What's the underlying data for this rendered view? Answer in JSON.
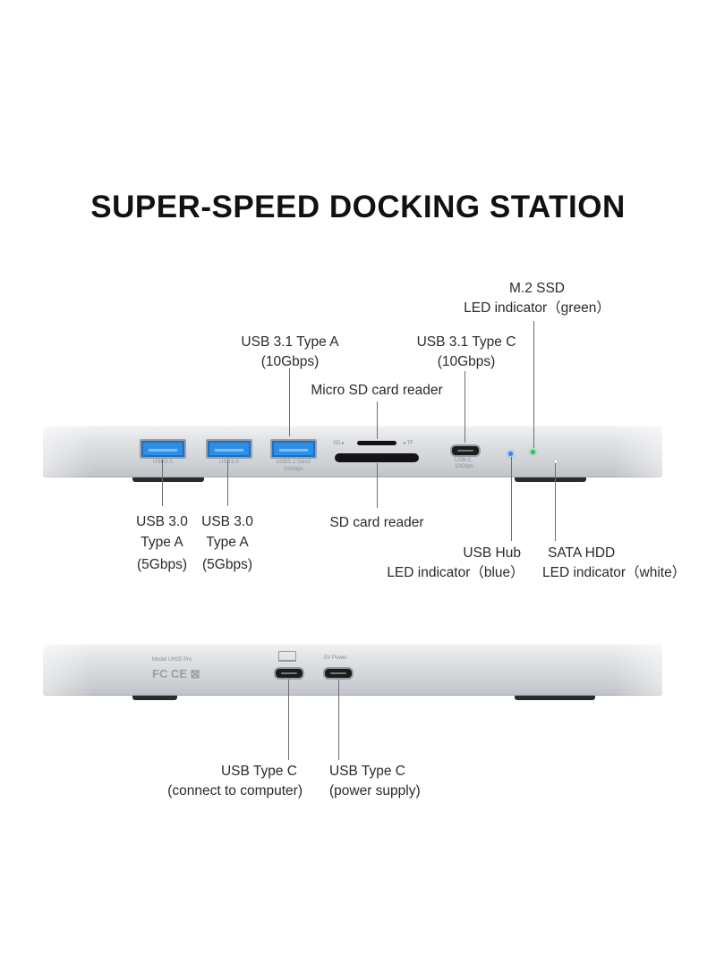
{
  "title": "SUPER-SPEED DOCKING STATION",
  "front": {
    "usb31a": {
      "line1": "USB 3.1 Type A",
      "line2": "(10Gbps)"
    },
    "microsd": {
      "line1": "Micro SD card reader"
    },
    "usb31c": {
      "line1": "USB 3.1 Type C",
      "line2": "(10Gbps)"
    },
    "m2": {
      "line1": "M.2 SSD",
      "line2": "LED indicator（green）"
    },
    "usb30a_1": {
      "line1": "USB 3.0",
      "line2": "Type A",
      "line3": "(5Gbps)"
    },
    "usb30a_2": {
      "line1": "USB 3.0",
      "line2": "Type A",
      "line3": "(5Gbps)"
    },
    "sd": {
      "line1": "SD card reader"
    },
    "hub": {
      "line1": "USB Hub",
      "line2": "LED indicator（blue）"
    },
    "sata": {
      "line1": "SATA HDD",
      "line2": "LED indicator（white）"
    }
  },
  "device_marks": {
    "port1": "USB3.0",
    "port2": "USB3.0",
    "port3": "USB3.1 Gen2",
    "port3_sub": "10Gbps",
    "sd_left": "SD ▸",
    "tf_right": "◂ TF",
    "usbc": "USB-C",
    "usbc_sub": "10Gbps",
    "model": "Model UH25 Pro",
    "certs": "FC CE ⊠",
    "power": "5V Power"
  },
  "back": {
    "computer": {
      "line1": "USB Type C",
      "line2": "(connect to computer)"
    },
    "power": {
      "line1": "USB Type C",
      "line2": "(power supply)"
    }
  },
  "colors": {
    "usb_a_blue": "#2d8ee6",
    "led_blue": "#3b82f6",
    "led_green": "#22c55e",
    "led_white": "#f5f5f5"
  }
}
